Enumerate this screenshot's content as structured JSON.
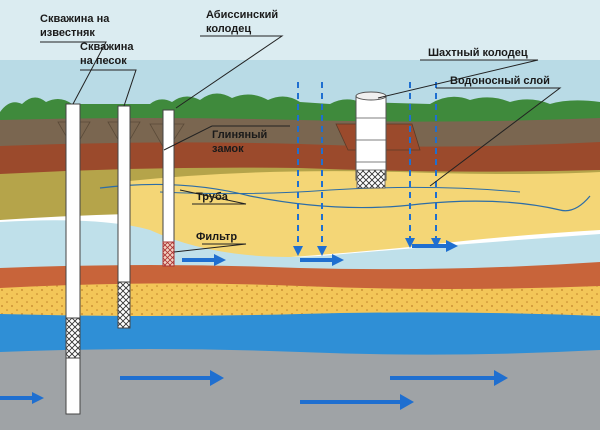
{
  "labels": {
    "well_limestone": [
      "Скважина на",
      "известняк"
    ],
    "well_sand": [
      "Скважина",
      "на песок"
    ],
    "abyssinian": [
      "Абиссинский",
      "колодец"
    ],
    "mine_well": "Шахтный колодец",
    "aquifer": "Водоносный слой",
    "clay_lock": [
      "Глиняный",
      "замок"
    ],
    "pipe": "Труба",
    "filter": "Фильтр"
  },
  "colors": {
    "sky": "#b9dbe6",
    "trees": "#3f8a3c",
    "topsoil": "#7a6650",
    "clay_red": "#9b4a2c",
    "loam_olive": "#b5a44a",
    "sand_yellow": "#f4d676",
    "water_light": "#bfe0ea",
    "clay_orange": "#c8643a",
    "sand_dotted": "#f3c658",
    "water_blue": "#2f8fd6",
    "bedrock_gray": "#9fa3a6",
    "flow_arrow": "#1f6fd0"
  }
}
